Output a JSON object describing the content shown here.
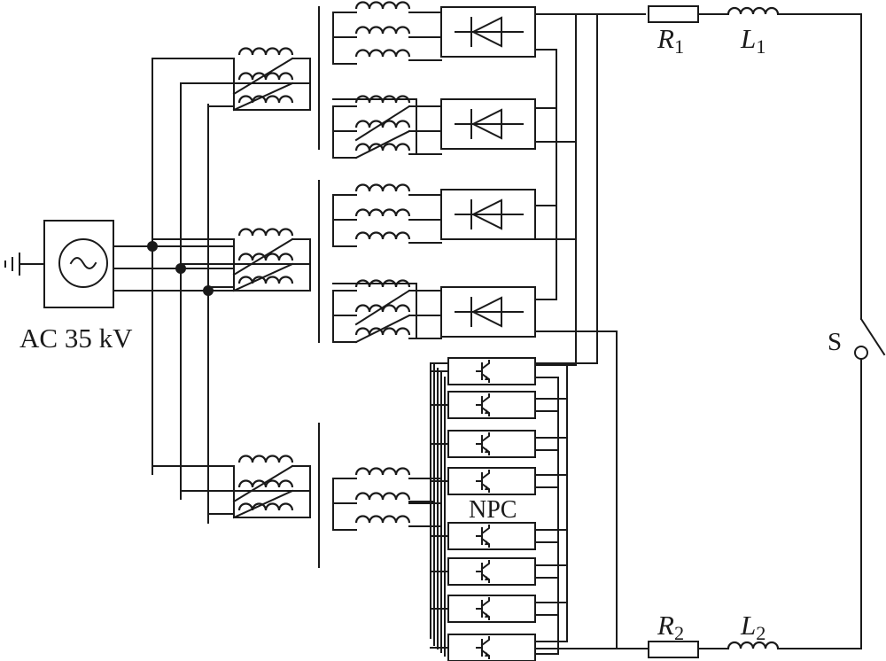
{
  "source": {
    "label": "AC 35 kV",
    "symbol": "sine-wave-icon"
  },
  "load": {
    "r1": {
      "letter": "R",
      "sub": "1"
    },
    "l1": {
      "letter": "L",
      "sub": "1"
    },
    "r2": {
      "letter": "R",
      "sub": "2"
    },
    "l2": {
      "letter": "L",
      "sub": "2"
    },
    "switch": {
      "label": "S"
    }
  },
  "npc": {
    "label": "NPC"
  },
  "blocks": {
    "rectifiers": 4,
    "igbt_modules": 8,
    "transformers": 3
  }
}
